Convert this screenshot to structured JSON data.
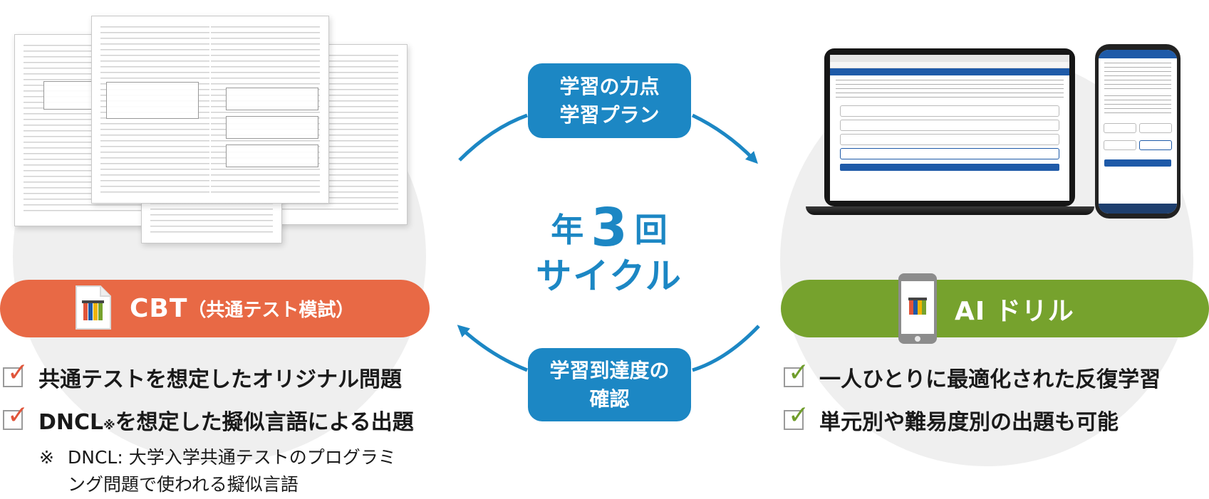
{
  "center": {
    "top_bubble": {
      "line1": "学習の力点",
      "line2": "学習プラン"
    },
    "cycle": {
      "prefix": "年",
      "number": "3",
      "suffix": "回",
      "line2": "サイクル"
    },
    "bottom_bubble": {
      "line1": "学習到達度の",
      "line2": "確認"
    }
  },
  "cbt": {
    "title": "CBT",
    "subtitle": "（共通テスト模試）",
    "checks": [
      "共通テストを想定したオリジナル問題",
      "を想定した擬似言語による出題"
    ],
    "dncl": "DNCL",
    "dncl_mark": "※",
    "footnote_mark": "※",
    "footnote_line1": "DNCL: 大学入学共通テストのプログラミ",
    "footnote_line2": "ング問題で使われる擬似言語"
  },
  "ai": {
    "title": "AI ドリル",
    "checks": [
      "一人ひとりに最適化された反復学習",
      "単元別や難易度別の出題も可能"
    ]
  },
  "colors": {
    "blue": "#1c87c4",
    "cbt": "#e86945",
    "ai": "#76a22d"
  },
  "icons": [
    "check-icon",
    "document-icon",
    "smartphone-icon",
    "arrow-icon"
  ]
}
